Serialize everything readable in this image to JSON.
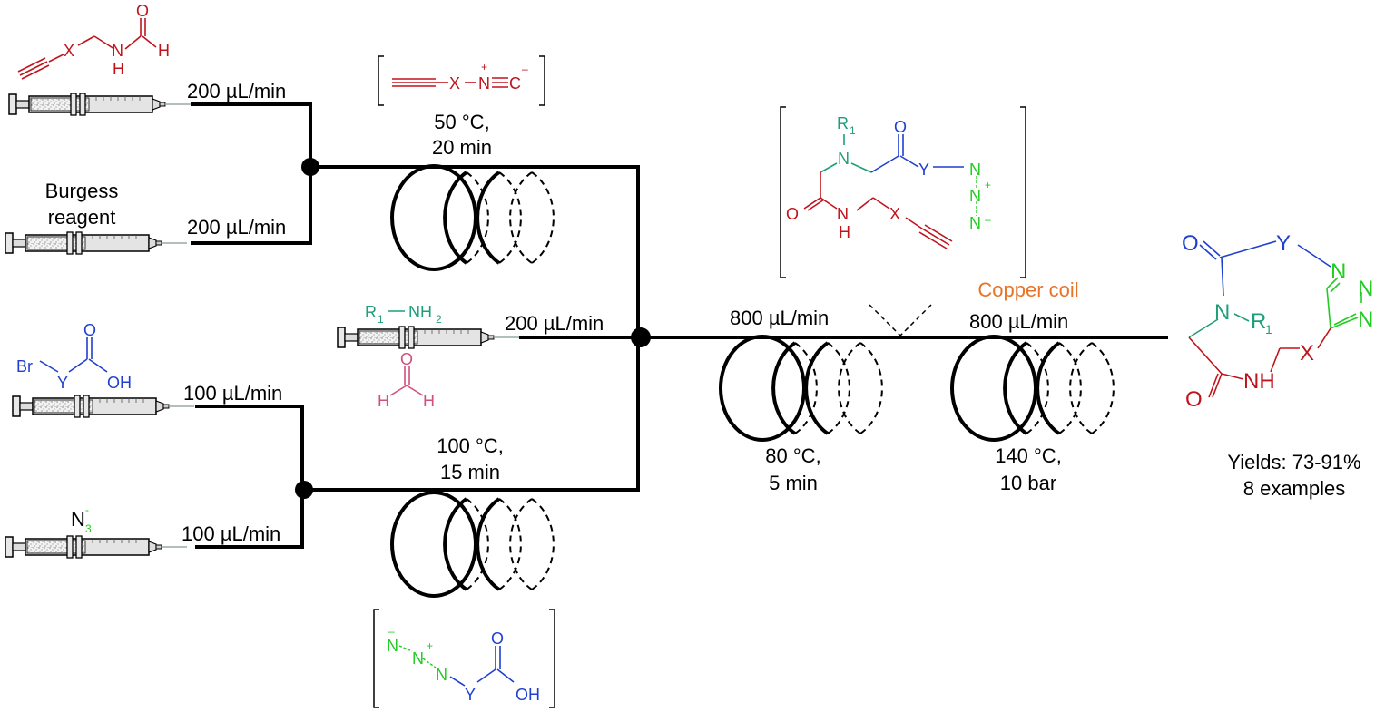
{
  "colors": {
    "red": "#c0141c",
    "blue": "#1f3fd1",
    "teal": "#1f9e7a",
    "green": "#22cc22",
    "pink": "#d0507a",
    "orange": "#e8742a",
    "line": "#000000"
  },
  "flow_rates": {
    "syringe1": "200 µL/min",
    "syringe2": "200 µL/min",
    "syringe3": "100 µL/min",
    "syringe4": "100 µL/min",
    "syringe5": "200 µL/min",
    "main1": "800 µL/min",
    "main2": "800 µL/min"
  },
  "reagents": {
    "burgess_line1": "Burgess",
    "burgess_line2": "reagent",
    "azide": "N",
    "azide_sub": "3",
    "azide_sup": "-"
  },
  "coil1": {
    "temp": "50 °C,",
    "time": "20 min"
  },
  "coil2": {
    "temp": "100 °C,",
    "time": "15 min"
  },
  "coil3": {
    "temp": "80 °C,",
    "time": "5 min"
  },
  "coil4": {
    "label": "Copper coil",
    "temp": "140 °C,",
    "pressure": "10 bar"
  },
  "result": {
    "yields": "Yields: 73-91%",
    "examples": "8 examples"
  },
  "atoms": {
    "X": "X",
    "Y": "Y",
    "N": "N",
    "O": "O",
    "H": "H",
    "C": "C",
    "NH": "NH",
    "OH": "OH",
    "Br": "Br",
    "R": "R",
    "sub1": "1",
    "NH2": "NH",
    "sub2": "2",
    "plus": "+",
    "minus": "–"
  }
}
